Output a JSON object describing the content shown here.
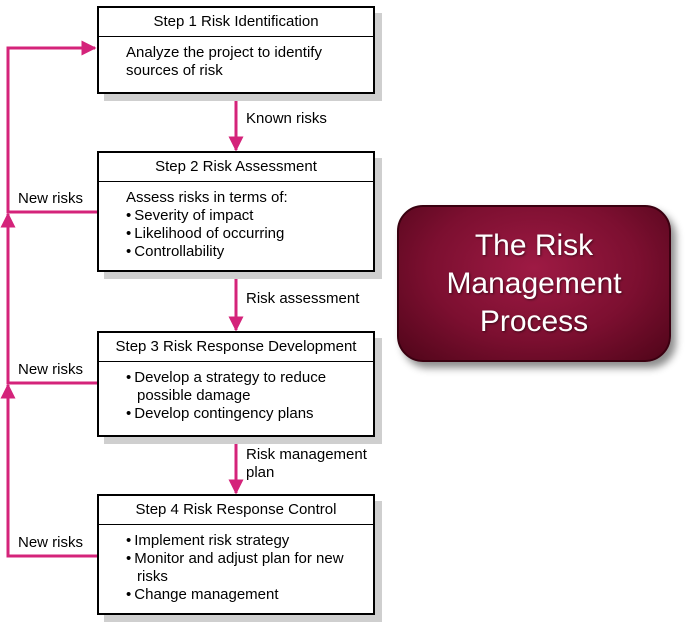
{
  "steps": [
    {
      "heading": "Step 1 Risk Identification",
      "intro": "Analyze the project to identify sources of risk",
      "bullets": []
    },
    {
      "heading": "Step 2 Risk Assessment",
      "intro": "Assess risks in terms of:",
      "bullets": [
        "Severity of impact",
        "Likelihood of occurring",
        "Controllability"
      ]
    },
    {
      "heading": "Step 3 Risk Response Development",
      "intro": "",
      "bullets": [
        "Develop a strategy to reduce possible damage",
        "Develop contingency plans"
      ]
    },
    {
      "heading": "Step 4 Risk Response Control",
      "intro": "",
      "bullets": [
        "Implement risk strategy",
        "Monitor and adjust plan for new risks",
        "Change management"
      ]
    }
  ],
  "flow_labels": {
    "known_risks": "Known risks",
    "risk_assessment": "Risk assessment",
    "risk_management_plan": "Risk management plan"
  },
  "feedback_labels": [
    "New risks",
    "New risks",
    "New risks"
  ],
  "title": "The Risk Management Process",
  "colors": {
    "arrow": "#d4237a",
    "title_fill": "#7c0f30",
    "box_border": "#000000",
    "shadow": "#cfcfcf"
  }
}
